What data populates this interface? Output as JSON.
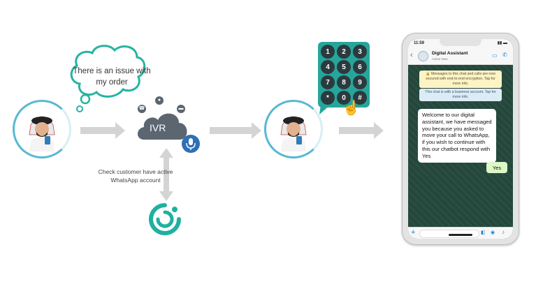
{
  "customer_bubble": {
    "text": "There is an issue with my order"
  },
  "ivr": {
    "label": "IVR"
  },
  "check": {
    "text": "Check customer have active WhatsApp account"
  },
  "keypad": {
    "keys": [
      "1",
      "2",
      "3",
      "4",
      "5",
      "6",
      "7",
      "8",
      "9",
      "*",
      "0",
      "#"
    ]
  },
  "phone": {
    "time": "11:59",
    "contact_name": "Digital Assistant",
    "contact_status": "Active Now",
    "encryption_notice": "Messages to this chat and calls are now secured with end-to-end encryption. Tap for more info.",
    "business_notice": "This chat is with a business account. Tap for more info.",
    "incoming_message": "Welcome to our digital assistant, we have messaged you because you asked to move your call to WhatsApp, if you wish to continue with this our chatbot respond with Yes",
    "outgoing_message": "Yes"
  },
  "colors": {
    "accent": "#58b8d3",
    "brand_green": "#26a69a",
    "arrow": "#d4d4d4"
  }
}
